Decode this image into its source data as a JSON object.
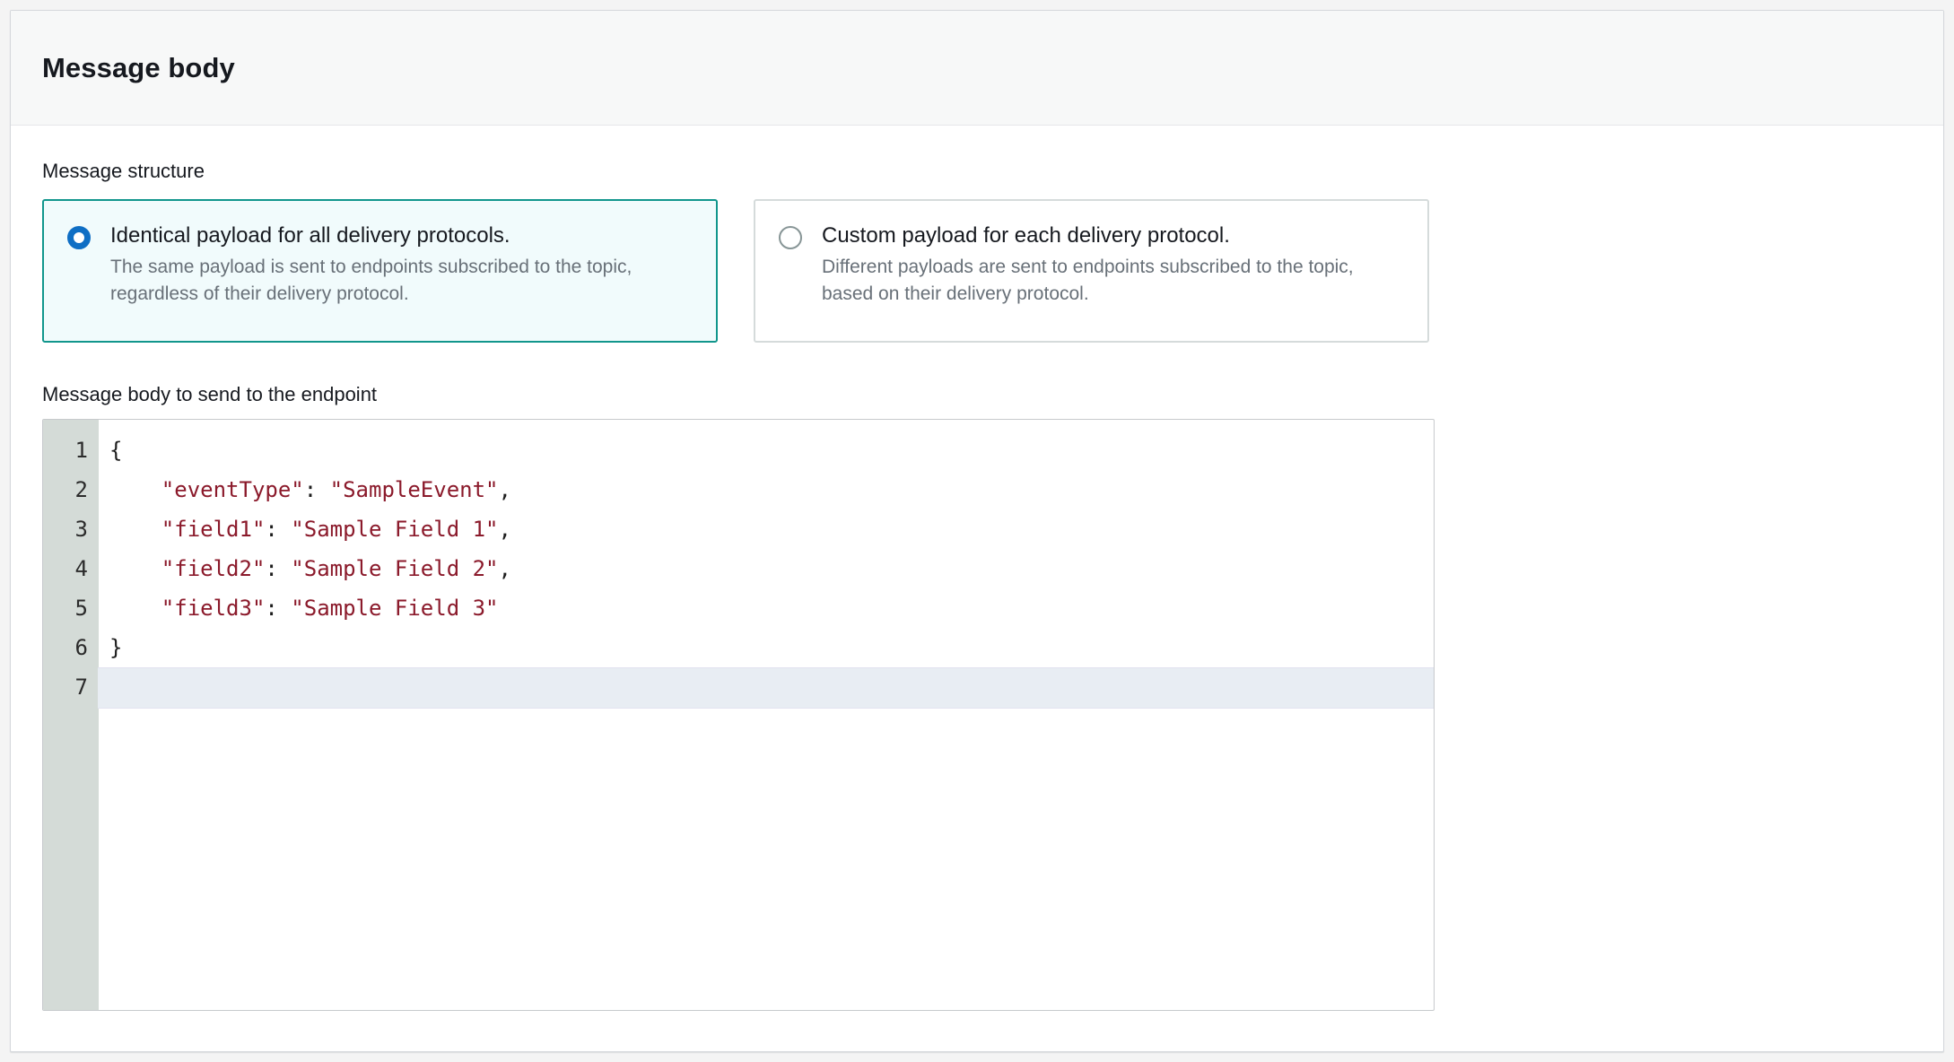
{
  "panel": {
    "title": "Message body"
  },
  "message_structure": {
    "label": "Message structure",
    "options": [
      {
        "heading": "Identical payload for all delivery protocols.",
        "description": "The same payload is sent to endpoints subscribed to the topic, regardless of their delivery protocol.",
        "selected": true,
        "radio_icon": "radio-selected-icon"
      },
      {
        "heading": "Custom payload for each delivery protocol.",
        "description": "Different payloads are sent to endpoints subscribed to the topic, based on their delivery protocol.",
        "selected": false,
        "radio_icon": "radio-unselected-icon"
      }
    ]
  },
  "message_body_editor": {
    "label": "Message body to send to the endpoint",
    "language": "json",
    "active_line": 7,
    "line_numbers": [
      "1",
      "2",
      "3",
      "4",
      "5",
      "6",
      "7"
    ],
    "lines": [
      {
        "number": "1",
        "text": "{"
      },
      {
        "number": "2",
        "text": "    \"eventType\": \"SampleEvent\","
      },
      {
        "number": "3",
        "text": "    \"field1\": \"Sample Field 1\","
      },
      {
        "number": "4",
        "text": "    \"field2\": \"Sample Field 2\","
      },
      {
        "number": "5",
        "text": "    \"field3\": \"Sample Field 3\""
      },
      {
        "number": "6",
        "text": "}"
      },
      {
        "number": "7",
        "text": ""
      }
    ],
    "value": "{\n    \"eventType\": \"SampleEvent\",\n    \"field1\": \"Sample Field 1\",\n    \"field2\": \"Sample Field 2\",\n    \"field3\": \"Sample Field 3\"\n}\n"
  },
  "colors": {
    "selected_tile_border": "#11968c",
    "selected_tile_background": "#f1fbfc",
    "radio_selected": "#0f6ec4",
    "string_token": "#8b1a2b",
    "gutter_background": "#d4dbd7",
    "active_line_background": "#e8edf3",
    "header_background": "#f7f8f8"
  }
}
